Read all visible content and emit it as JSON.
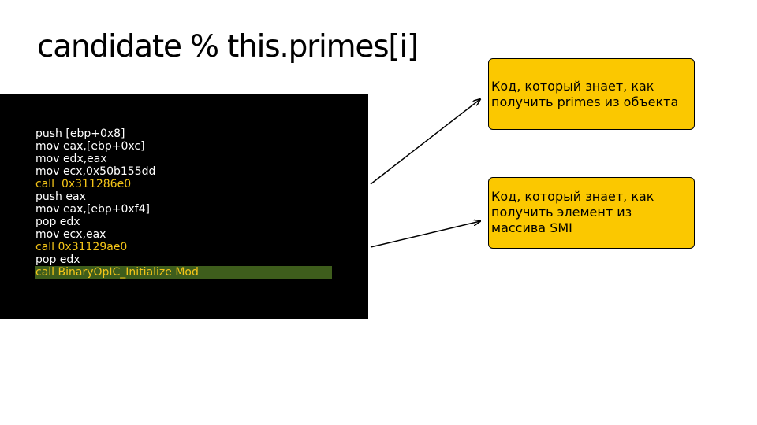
{
  "title": "candidate % this.primes[i]",
  "code": {
    "lines": [
      {
        "text": "push [ebp+0x8]",
        "kind": "plain"
      },
      {
        "text": "mov eax,[ebp+0xc]",
        "kind": "plain"
      },
      {
        "text": "mov edx,eax",
        "kind": "plain"
      },
      {
        "text": "mov ecx,0x50b155dd",
        "kind": "plain"
      },
      {
        "text": "call  0x311286e0",
        "kind": "call"
      },
      {
        "text": "push eax",
        "kind": "plain"
      },
      {
        "text": "mov eax,[ebp+0xf4]",
        "kind": "plain"
      },
      {
        "text": "pop edx",
        "kind": "plain"
      },
      {
        "text": "mov ecx,eax",
        "kind": "plain"
      },
      {
        "text": "call 0x31129ae0",
        "kind": "call"
      },
      {
        "text": "pop edx",
        "kind": "plain"
      },
      {
        "text": "call BinaryOpIC_Initialize Mod",
        "kind": "call-highlight"
      }
    ]
  },
  "notes": [
    {
      "text": "Код, который знает, как получить primes из объекта"
    },
    {
      "text": "Код, который знает, как получить элемент из массива SMI"
    }
  ],
  "colors": {
    "code_background": "#000000",
    "code_text": "#ffffff",
    "call_text": "#f5c518",
    "highlight_background": "#3e5d1c",
    "note_background": "#fbc800"
  }
}
